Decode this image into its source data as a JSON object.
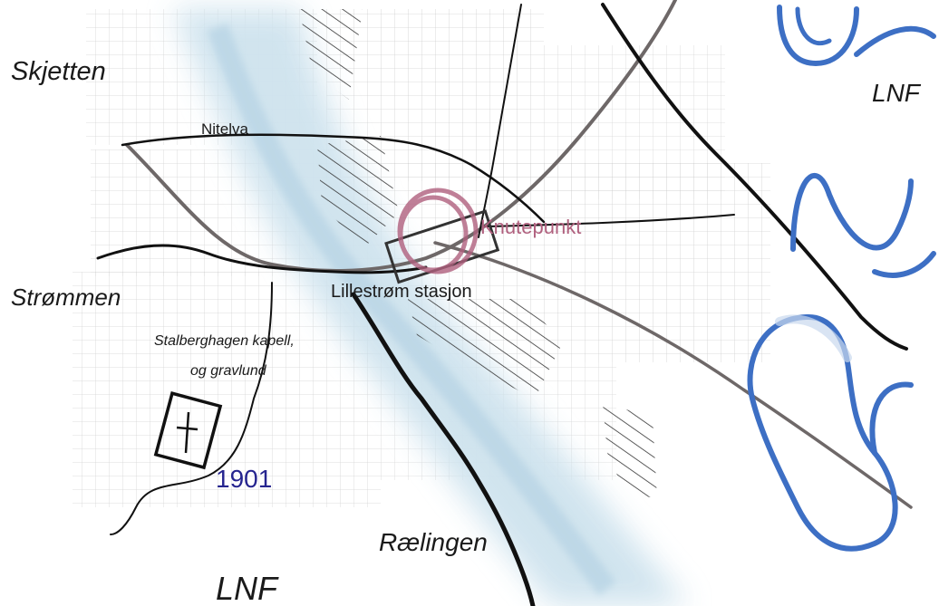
{
  "labels": {
    "skjetten": "Skjetten",
    "lnf_top_right": "LNF",
    "nitelva": "Nitelva",
    "knutepunkt": "Knutepunkt",
    "strommen": "Strømmen",
    "lillestrom_stasjon": "Lillestrøm stasjon",
    "kapell_line1": "Stalberghagen  kapell,",
    "kapell_line2": "og gravlund",
    "year": "1901",
    "raelingen": "Rælingen",
    "lnf_bottom": "LNF"
  },
  "colors": {
    "river_blue": "#3d6fc4",
    "knutepunkt_pink": "#b0607e",
    "year_blue": "#26258f",
    "grid": "#c9c9c9",
    "valley": "#cfe3ee",
    "road_dark": "#111111",
    "rail_grey": "#6e6868"
  }
}
